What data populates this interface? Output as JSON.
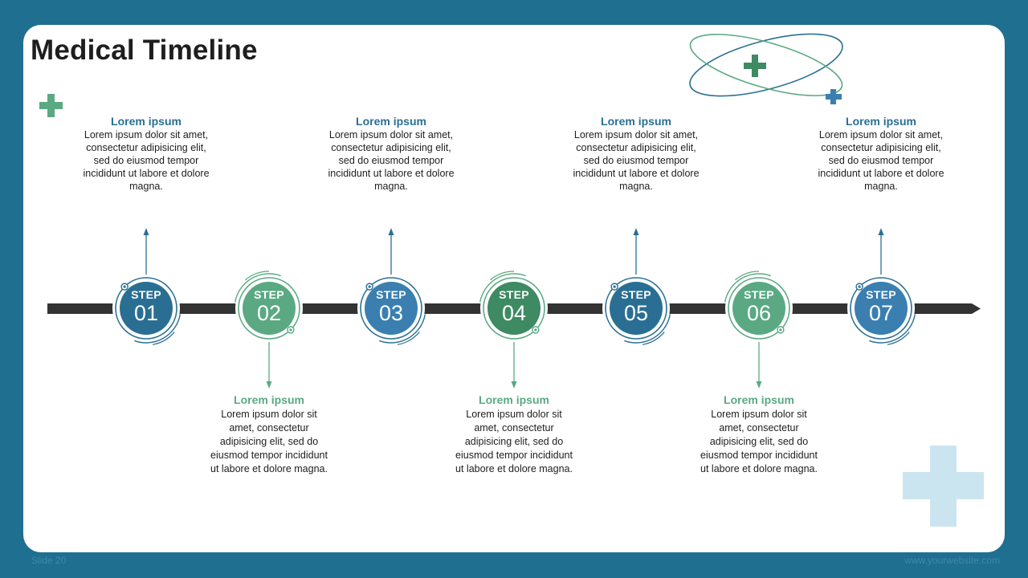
{
  "title": "Medical Timeline",
  "colors": {
    "blue": "#2a6f93",
    "light_blue": "#3a7fb0",
    "green": "#5aa983",
    "dark_green": "#3e8a63",
    "bar": "#333333",
    "frame": "#1f6f91",
    "pale_blue": "#cbe5f0"
  },
  "steps": [
    {
      "word": "STEP",
      "num": "01",
      "theme": "blue",
      "position": "above",
      "heading": "Lorem ipsum",
      "text": "Lorem ipsum dolor sit amet, consectetur adipisicing elit, sed do eiusmod tempor incididunt ut labore et dolore magna."
    },
    {
      "word": "STEP",
      "num": "02",
      "theme": "green",
      "position": "below",
      "heading": "Lorem ipsum",
      "text": "Lorem ipsum dolor sit amet, consectetur adipisicing elit, sed do eiusmod tempor incididunt ut labore et dolore magna."
    },
    {
      "word": "STEP",
      "num": "03",
      "theme": "blue",
      "position": "above",
      "heading": "Lorem ipsum",
      "text": "Lorem ipsum dolor sit amet, consectetur adipisicing elit, sed do eiusmod tempor incididunt ut labore et dolore magna."
    },
    {
      "word": "STEP",
      "num": "04",
      "theme": "green",
      "position": "below",
      "heading": "Lorem ipsum",
      "text": "Lorem ipsum dolor sit amet, consectetur adipisicing elit, sed do eiusmod tempor incididunt ut labore et dolore magna."
    },
    {
      "word": "STEP",
      "num": "05",
      "theme": "blue",
      "position": "above",
      "heading": "Lorem ipsum",
      "text": "Lorem ipsum dolor sit amet, consectetur adipisicing elit, sed do eiusmod tempor incididunt ut labore et dolore magna."
    },
    {
      "word": "STEP",
      "num": "06",
      "theme": "green",
      "position": "below",
      "heading": "Lorem ipsum",
      "text": "Lorem ipsum dolor sit amet, consectetur adipisicing elit, sed do eiusmod tempor incididunt ut labore et dolore magna."
    },
    {
      "word": "STEP",
      "num": "07",
      "theme": "blue",
      "position": "above",
      "heading": "Lorem ipsum",
      "text": "Lorem ipsum dolor sit amet, consectetur adipisicing elit, sed do eiusmod tempor incididunt ut labore et dolore magna."
    }
  ],
  "footer": {
    "slide": "Slide 20",
    "website": "www.yourwebsite.com"
  },
  "icons": [
    "plus-icon",
    "orbit-logo-icon",
    "large-cross-icon"
  ]
}
